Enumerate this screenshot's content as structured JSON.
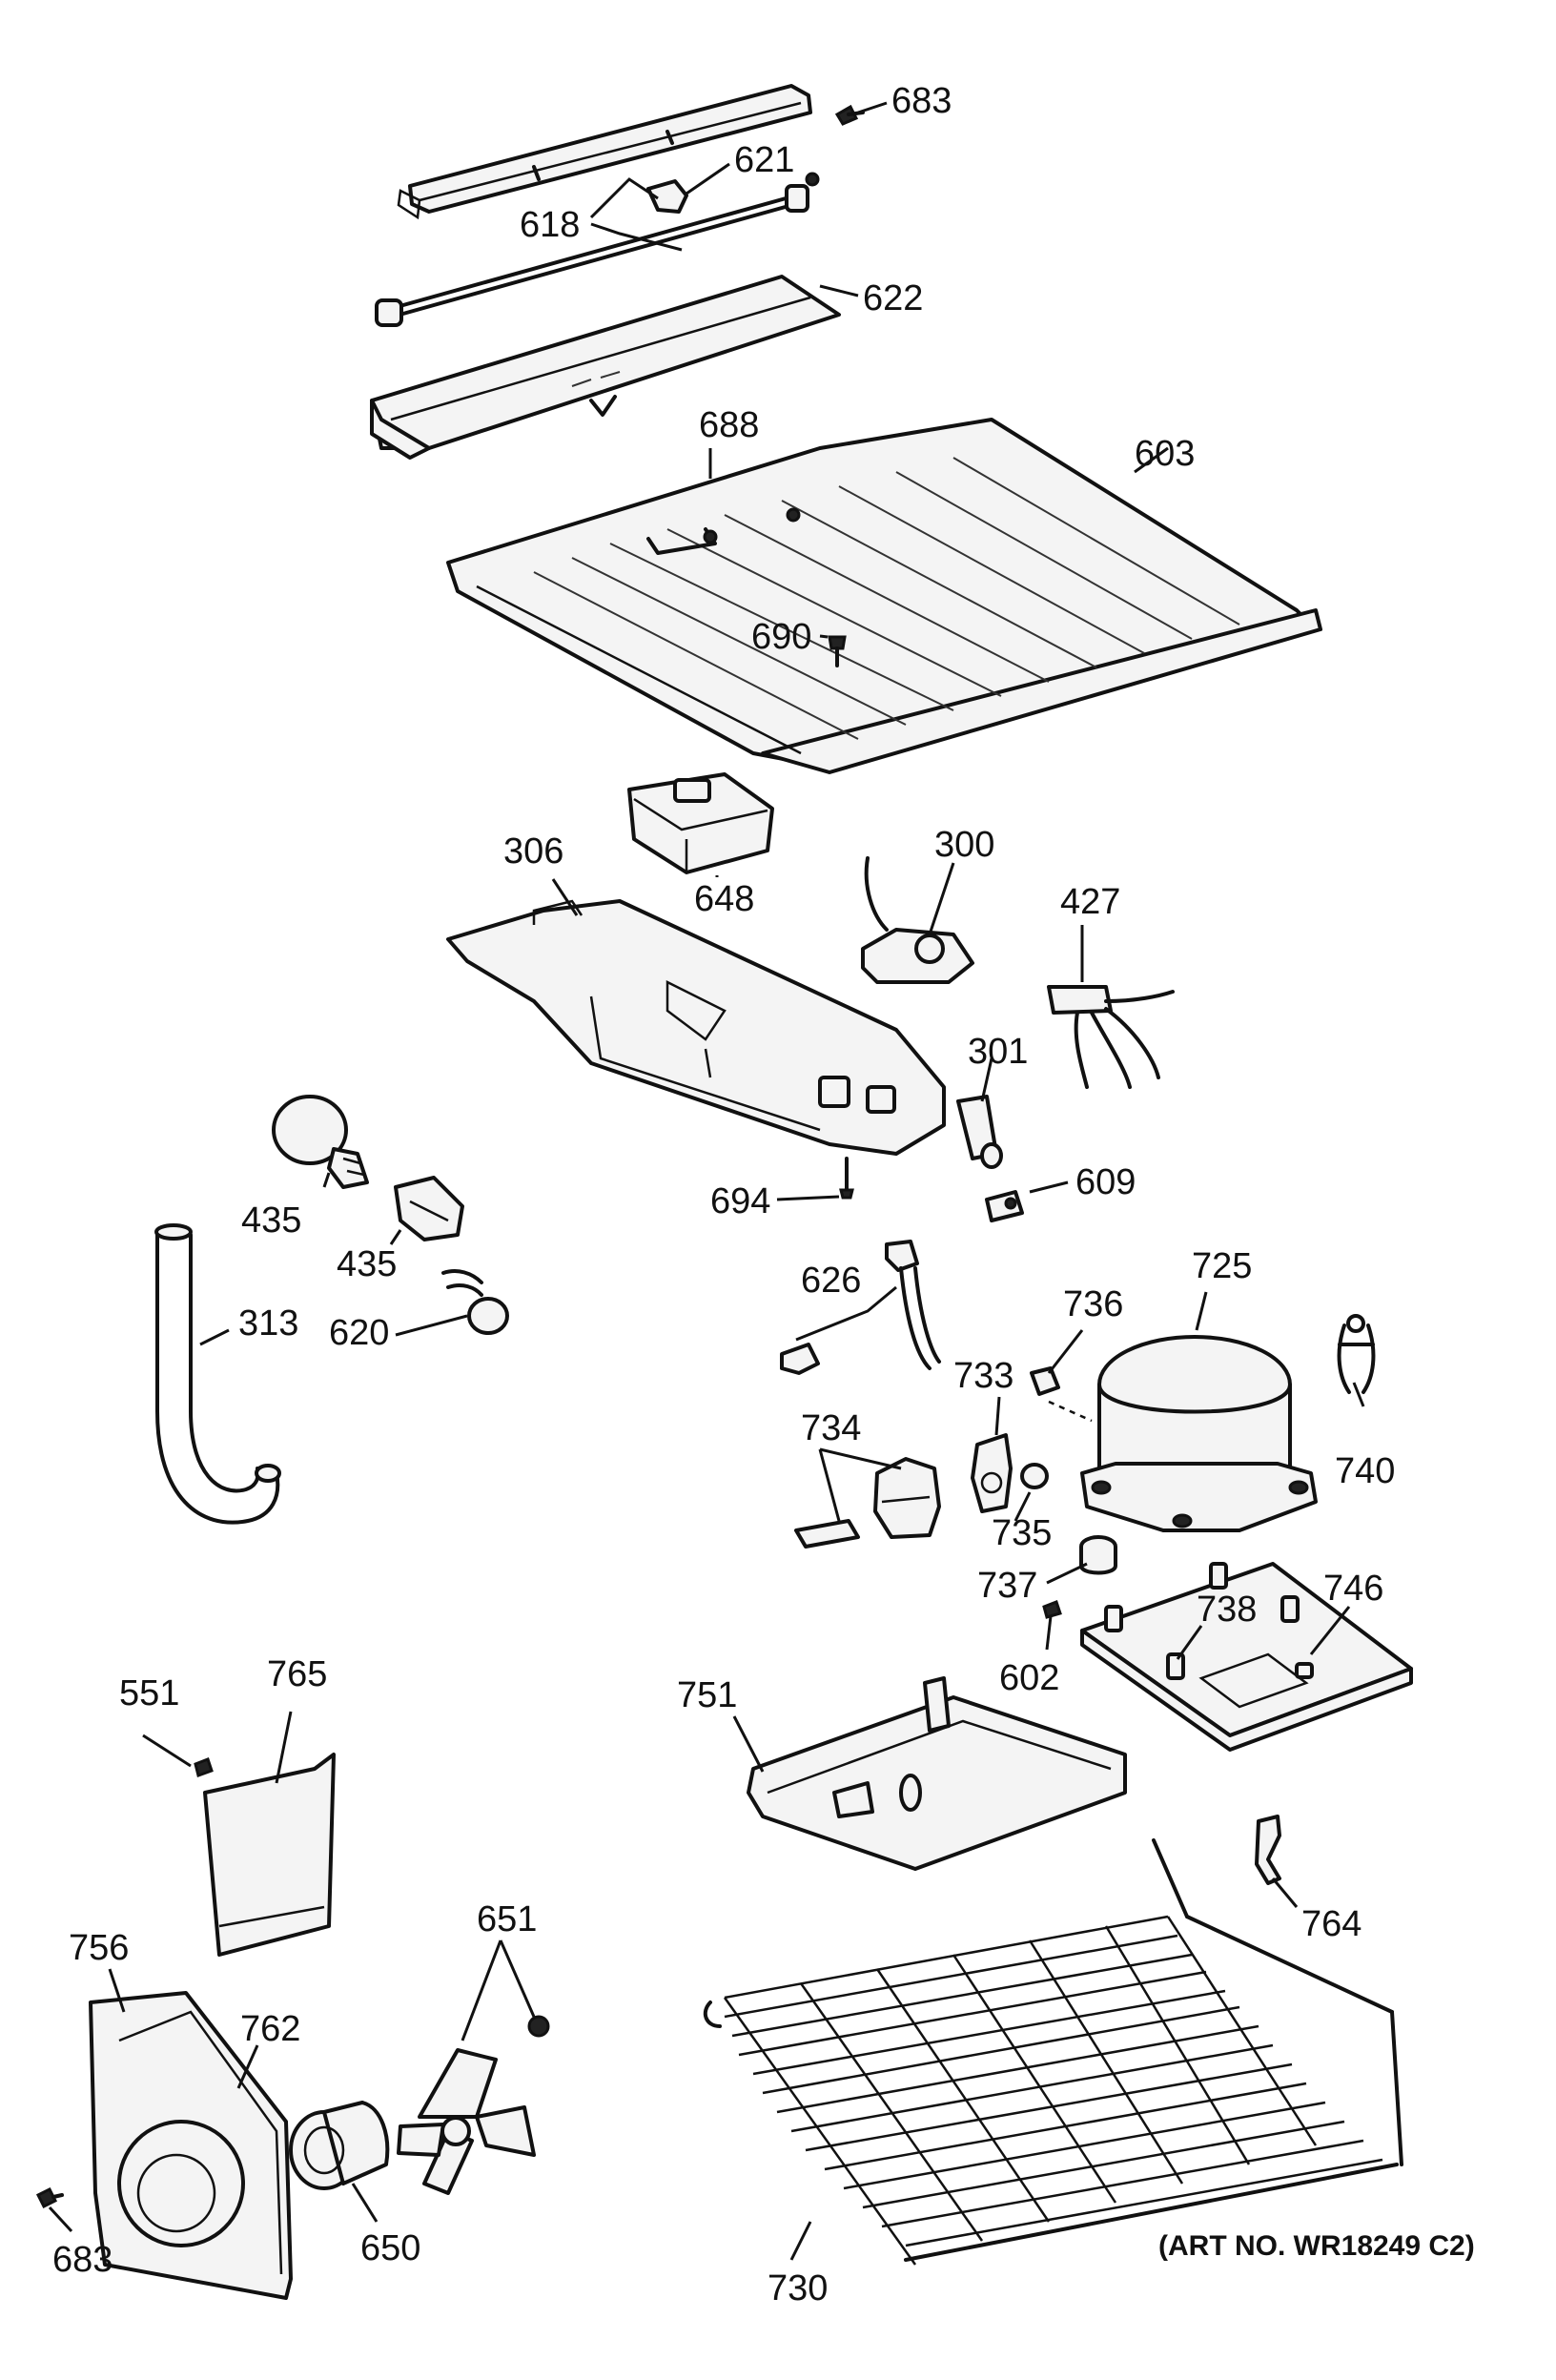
{
  "art_number": "(ART NO. WR18249 C2)",
  "labels": {
    "p683a": "683",
    "p621": "621",
    "p618": "618",
    "p622": "622",
    "p688": "688",
    "p603": "603",
    "p690": "690",
    "p306": "306",
    "p648": "648",
    "p300": "300",
    "p427": "427",
    "p301": "301",
    "p694": "694",
    "p609": "609",
    "p435a": "435",
    "p435b": "435",
    "p313": "313",
    "p620": "620",
    "p626": "626",
    "p736": "736",
    "p725": "725",
    "p733": "733",
    "p734": "734",
    "p740": "740",
    "p735": "735",
    "p737": "737",
    "p746": "746",
    "p738": "738",
    "p602": "602",
    "p551": "551",
    "p765": "765",
    "p751": "751",
    "p764": "764",
    "p651": "651",
    "p756": "756",
    "p762": "762",
    "p650": "650",
    "p683b": "683",
    "p730": "730"
  }
}
